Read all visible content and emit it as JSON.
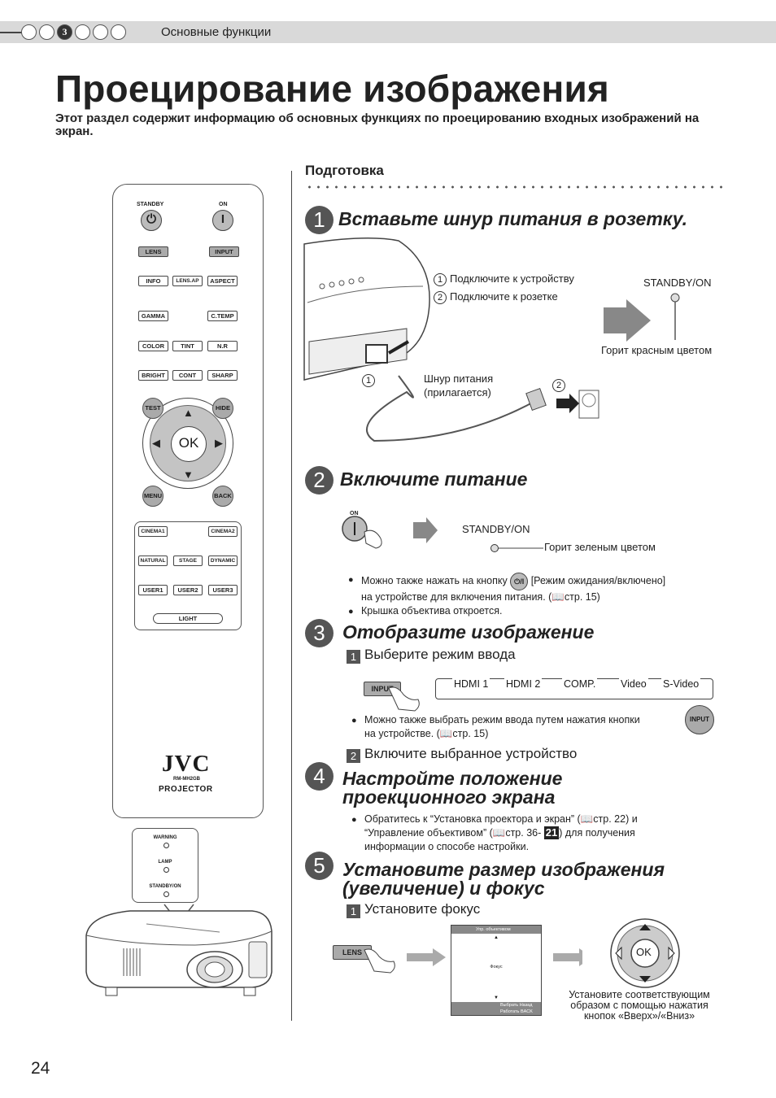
{
  "header": {
    "chapter_markers": [
      "",
      "",
      "3",
      "",
      "",
      ""
    ],
    "active_index": 2,
    "section_label": "Основные функции"
  },
  "page": {
    "title": "Проецирование изображения",
    "intro": "Этот раздел содержит информацию об основных функциях по проецированию входных изображений на экран.",
    "number": "24"
  },
  "remote": {
    "standby": "STANDBY",
    "on": "ON",
    "standby_symbol": "⏻",
    "on_symbol": "I",
    "buttons_row1": [
      "LENS",
      "INPUT"
    ],
    "buttons_row2": [
      "INFO",
      "LENS.AP",
      "ASPECT"
    ],
    "buttons_row3": [
      "GAMMA",
      "C.TEMP"
    ],
    "buttons_row4": [
      "COLOR",
      "TINT",
      "N.R"
    ],
    "buttons_row5": [
      "BRIGHT",
      "CONT",
      "SHARP"
    ],
    "round_buttons": [
      "TEST",
      "HIDE",
      "MENU",
      "BACK"
    ],
    "ok": "OK",
    "picture_modes_row1": [
      "CINEMA1",
      "CINEMA2"
    ],
    "picture_modes_row2": [
      "NATURAL",
      "STAGE",
      "DYNAMIC"
    ],
    "picture_modes_row3": [
      "USER1",
      "USER2",
      "USER3"
    ],
    "light": "LIGHT",
    "brand": "JVC",
    "model": "RM-MH2GB",
    "projector": "PROJECTOR"
  },
  "indicators": {
    "warning": "WARNING",
    "lamp": "LAMP",
    "standby_on": "STANDBY/ON"
  },
  "preparation": {
    "heading": "Подготовка"
  },
  "step1": {
    "num": "1",
    "title": "Вставьте шнур питания в розетку.",
    "callout1_num": "1",
    "callout1": "Подключите к устройству",
    "callout2_num": "2",
    "callout2": "Подключите к розетке",
    "indicator_label": "STANDBY/ON",
    "indicator_state": "Горит красным цветом",
    "cord_label": "Шнур питания (прилагается)"
  },
  "step2": {
    "num": "2",
    "title": "Включите питание",
    "on_label": "ON",
    "indicator_label": "STANDBY/ON",
    "indicator_state": "Горит зеленым цветом",
    "bullet1_a": "Можно также нажать на кнопку",
    "bullet1_icon": "⏻/I",
    "bullet1_b": "[Режим ожидания/включено]",
    "bullet1_c": "на устройстве для включения питания. (",
    "bullet1_ref": "стр. 15)",
    "bullet2": "Крышка объектива откроется."
  },
  "step3": {
    "num": "3",
    "title": "Отобразите изображение",
    "sub1_num": "1",
    "sub1": "Выберите режим ввода",
    "input_button": "INPUT",
    "chain": [
      "HDMI 1",
      "HDMI 2",
      "COMP.",
      "Video",
      "S-Video"
    ],
    "bullet_a": "Можно также выбрать режим ввода путем нажатия кнопки",
    "bullet_b": "на устройстве. (",
    "bullet_ref": "стр. 15)",
    "sub2_num": "2",
    "sub2": "Включите выбранное устройство"
  },
  "step4": {
    "num": "4",
    "title_line1": "Настройте положение",
    "title_line2": "проекционного экрана",
    "text_a": "Обратитесь к “Установка проектора и экран” (",
    "ref_a": "стр. 22) и",
    "text_b": "“Управление объективом” (",
    "ref_b": "стр. 36-",
    "ref_b_badge": "21",
    "text_b2": ") для получения",
    "text_c": "информации о способе настройки."
  },
  "step5": {
    "num": "5",
    "title_line1": "Установите размер изображения",
    "title_line2": "(увеличение) и фокус",
    "sub1_num": "1",
    "sub1": "Установите фокус",
    "lens_button": "LENS",
    "screen_title": "Упр. объективом",
    "screen_center": "Фокус",
    "screen_select": "Выбрать",
    "screen_back": "Назад",
    "screen_run": "Работать",
    "screen_back_key": "BACK",
    "ok": "OK",
    "caption_line1": "Установите соответствующим",
    "caption_line2": "образом с помощью нажатия",
    "caption_line3": "кнопок «Вверх»/«Вниз»"
  }
}
